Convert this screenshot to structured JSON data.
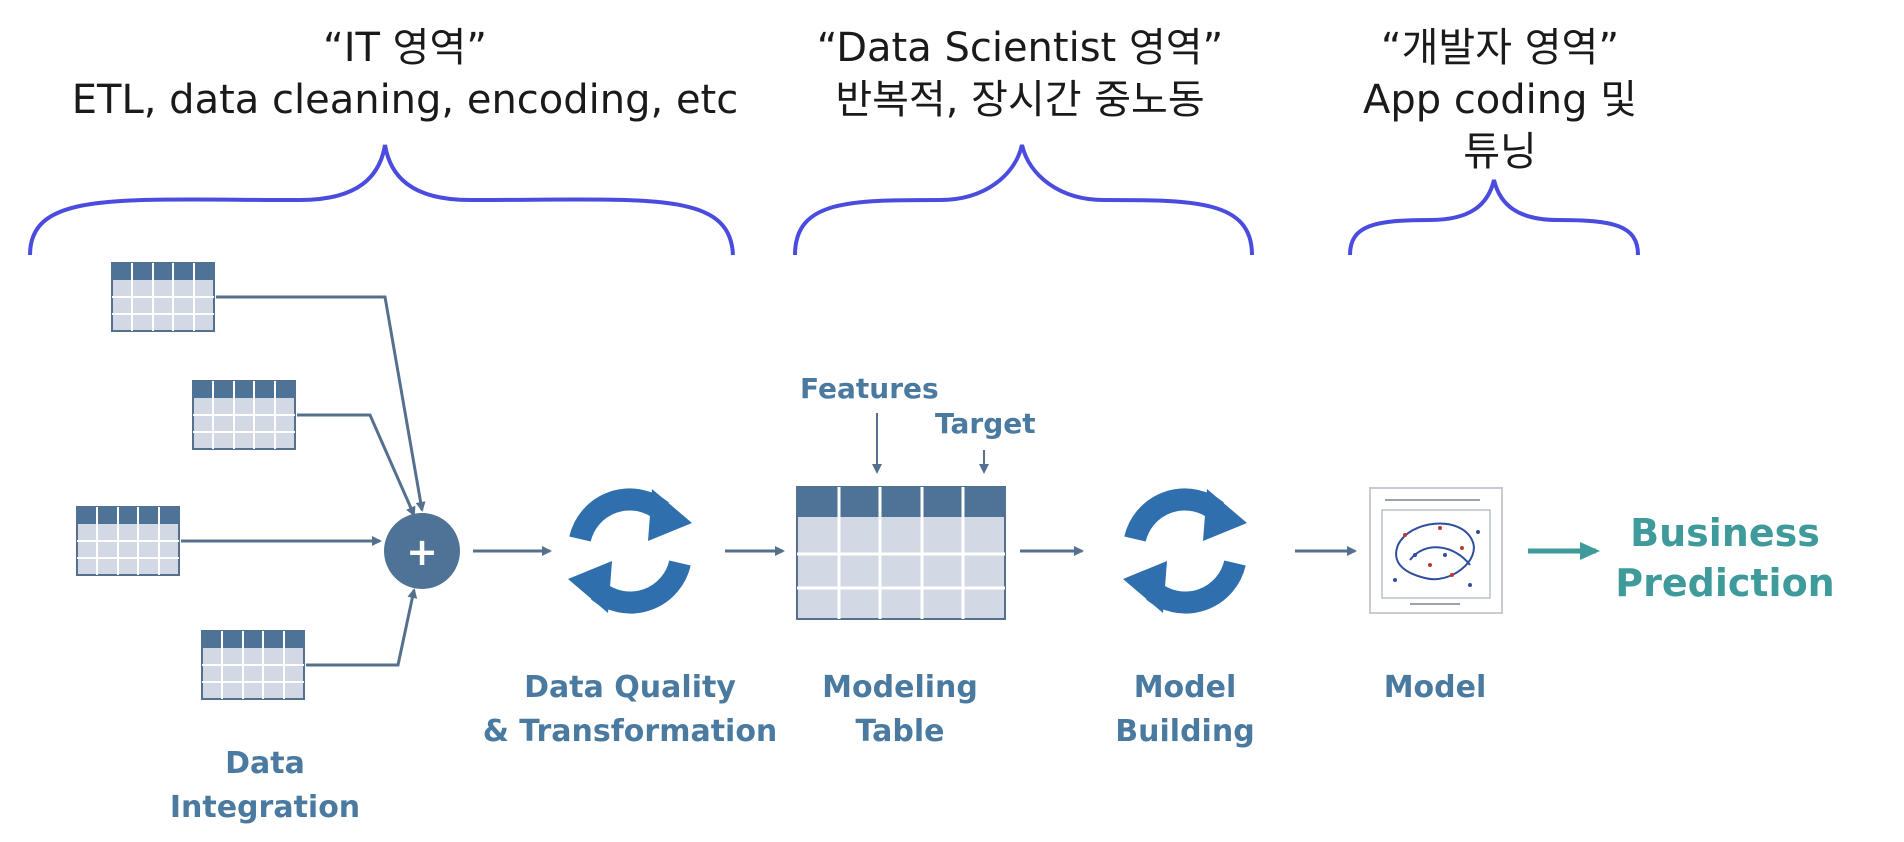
{
  "sections": [
    {
      "quote": "“IT 영역”",
      "desc": "ETL, data cleaning, encoding, etc"
    },
    {
      "quote": "“Data Scientist 영역”",
      "desc": "반복적, 장시간 중노동"
    },
    {
      "quote": "“개발자 영역”",
      "desc": "App coding 및",
      "desc2": "튜닝"
    }
  ],
  "stages": {
    "integration": {
      "line1": "Data",
      "line2": "Integration"
    },
    "quality": {
      "line1": "Data Quality",
      "line2": "& Transformation"
    },
    "modeling_table": {
      "line1": "Modeling",
      "line2": "Table"
    },
    "model_building": {
      "line1": "Model",
      "line2": "Building"
    },
    "model": {
      "line1": "Model"
    }
  },
  "table_labels": {
    "features": "Features",
    "target": "Target"
  },
  "plus_symbol": "+",
  "business": {
    "line1": "Business",
    "line2": "Prediction"
  },
  "colors": {
    "brace": "#4a4ce0",
    "node": "#4e7396",
    "arrow": "#55708e",
    "cycle": "#2f6fad",
    "label": "#4a7aa0",
    "business": "#3f9a9b",
    "table_header": "#4e7396",
    "table_body": "#d2d9e4"
  }
}
